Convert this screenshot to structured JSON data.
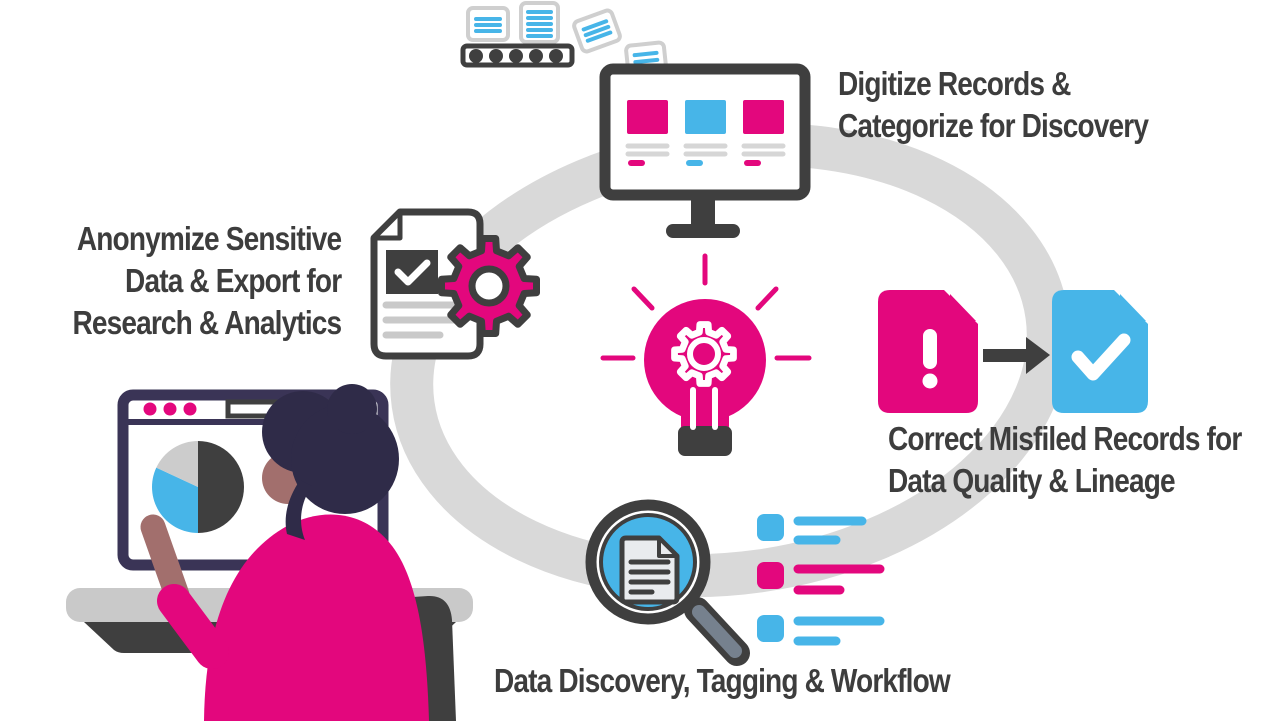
{
  "page": {
    "background": "#ffffff",
    "kind": "records-data-lifecycle-infographic"
  },
  "diagram": {
    "ring_icon": "lifecycle-ring",
    "center_icon": "lightbulb-gear-icon",
    "decorations": {
      "scanner_icon": "documents-conveyor-icon",
      "person_icon": "analyst-at-computer-illustration",
      "pie_chart_icon": "pie-chart-icon"
    },
    "steps": [
      {
        "id": "digitize",
        "icon": "monitor-cards-icon",
        "label_lines": [
          "Digitize Records &",
          "Categorize for Discovery"
        ]
      },
      {
        "id": "anonymize",
        "icon": "document-gear-icon",
        "label_lines": [
          "Anonymize Sensitive",
          "Data & Export for",
          "Research & Analytics"
        ]
      },
      {
        "id": "correct",
        "icon": "misfiled-to-verified-documents-icon",
        "label_lines": [
          "Correct Misfiled Records for",
          "Data Quality & Lineage"
        ]
      },
      {
        "id": "discover",
        "icon": "magnifier-checklist-icon",
        "label_lines": [
          "Data Discovery, Tagging & Workflow"
        ]
      }
    ]
  },
  "colors": {
    "pink": "#e3077d",
    "blue": "#47b5e8",
    "dark": "#3f3f3f",
    "ring": "#d9d9d9",
    "doc_border": "#cfcfcf",
    "card_line": "#d6d6d6",
    "doc_lines": "#c9c9c9",
    "hair": "#2f2b48",
    "frame": "#3a3456",
    "skin": "#a26f6d",
    "handle": "#76818e",
    "mag_doc": "#e9ebee",
    "pie_gray": "#cccccc",
    "desk": "#c9c9c9",
    "text": "#3d3d3d"
  }
}
